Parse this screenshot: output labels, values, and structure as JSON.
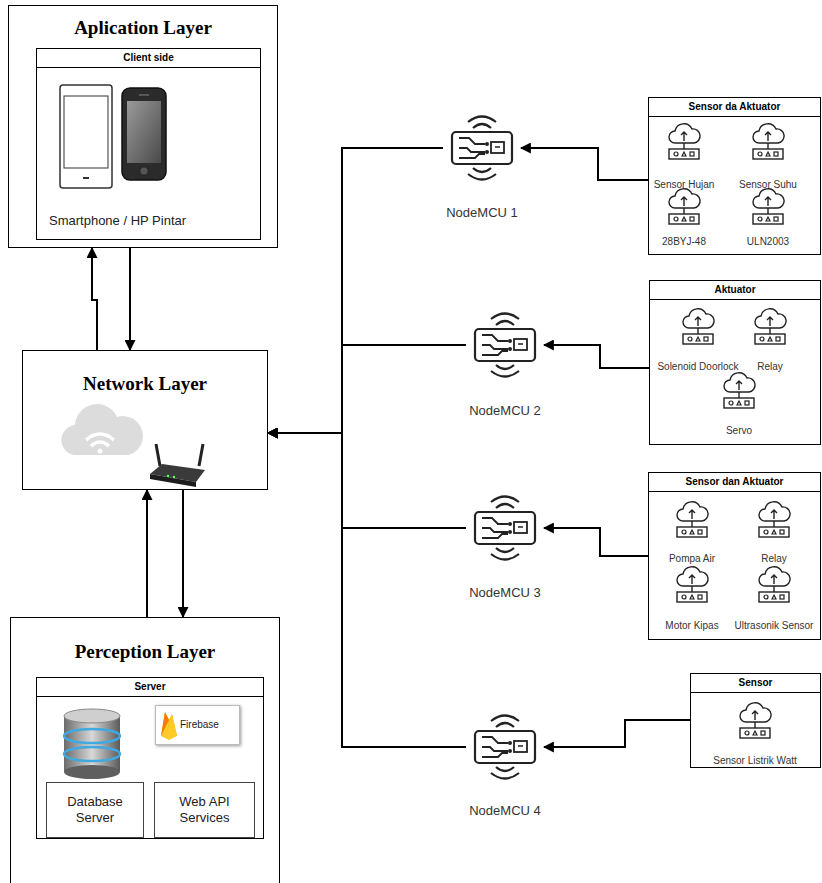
{
  "diagram": {
    "nodes": [
      {
        "text": [
          "Aplication Layer"
        ]
      },
      {
        "text": [
          "Client side",
          "Smartphone / HP Pintar"
        ],
        "in": 0
      },
      {
        "text": [
          "Network Layer"
        ]
      },
      {
        "text": [
          "Perception Layer"
        ]
      },
      {
        "text": [
          "Server"
        ],
        "in": 3
      },
      {
        "text": [
          "Database Server"
        ],
        "in": 4
      },
      {
        "text": [
          "Firebase"
        ],
        "in": 4
      },
      {
        "text": [
          "Web API Services"
        ],
        "in": 4
      },
      {
        "text": [
          "NodeMCU 1"
        ]
      },
      {
        "text": [
          "NodeMCU 2"
        ]
      },
      {
        "text": [
          "NodeMCU 3"
        ]
      },
      {
        "text": [
          "NodeMCU 4"
        ]
      },
      {
        "text": [
          "Sensor da Aktuator"
        ]
      },
      {
        "text": [
          "Sensor Hujan"
        ],
        "in": 12
      },
      {
        "text": [
          "Sensor Suhu"
        ],
        "in": 12
      },
      {
        "text": [
          "28BYJ-48"
        ],
        "in": 12
      },
      {
        "text": [
          "ULN2003"
        ],
        "in": 12
      },
      {
        "text": [
          "Aktuator"
        ]
      },
      {
        "text": [
          "Solenoid Doorlock"
        ],
        "in": 17
      },
      {
        "text": [
          "Relay"
        ],
        "in": 17
      },
      {
        "text": [
          "Servo"
        ],
        "in": 17
      },
      {
        "text": [
          "Sensor dan Aktuator"
        ]
      },
      {
        "text": [
          "Pompa Air"
        ],
        "in": 21
      },
      {
        "text": [
          "Relay"
        ],
        "in": 21
      },
      {
        "text": [
          "Motor Kipas"
        ],
        "in": 21
      },
      {
        "text": [
          "Ultrasonik Sensor"
        ],
        "in": 21
      },
      {
        "text": [
          "Sensor"
        ]
      },
      {
        "text": [
          "Sensor Listrik Watt"
        ],
        "in": 26
      }
    ],
    "edges": [
      {
        "from": 2,
        "to": 0,
        "arrow": "to"
      },
      {
        "from": 0,
        "to": 2,
        "arrow": "to"
      },
      {
        "from": 3,
        "to": 2,
        "arrow": "to"
      },
      {
        "from": 2,
        "to": 3,
        "arrow": "to"
      },
      {
        "from": 8,
        "to": 2,
        "arrow": "to"
      },
      {
        "from": 9,
        "to": 2,
        "arrow": "to"
      },
      {
        "from": 10,
        "to": 2,
        "arrow": "to"
      },
      {
        "from": 11,
        "to": 2,
        "arrow": "to"
      },
      {
        "from": 12,
        "to": 8,
        "arrow": "to"
      },
      {
        "from": 17,
        "to": 9,
        "arrow": "to"
      },
      {
        "from": 21,
        "to": 10,
        "arrow": "to"
      },
      {
        "from": 26,
        "to": 11,
        "arrow": "to"
      }
    ]
  }
}
